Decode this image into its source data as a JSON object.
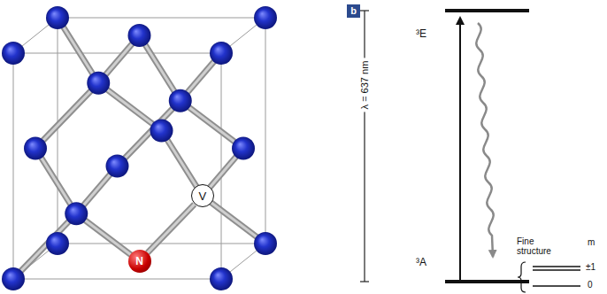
{
  "diagram": {
    "nodes": [
      {
        "text": [
          "N"
        ]
      },
      {
        "text": [
          "V"
        ]
      },
      {
        "text": [
          "b"
        ]
      }
    ],
    "edges": [
      {
        "from": 0,
        "to": 1,
        "arrow": "none"
      }
    ],
    "labels": [
      "λ = 637 nm",
      "³E",
      "³A",
      "Fine structure",
      "m",
      "±1",
      "0"
    ]
  }
}
